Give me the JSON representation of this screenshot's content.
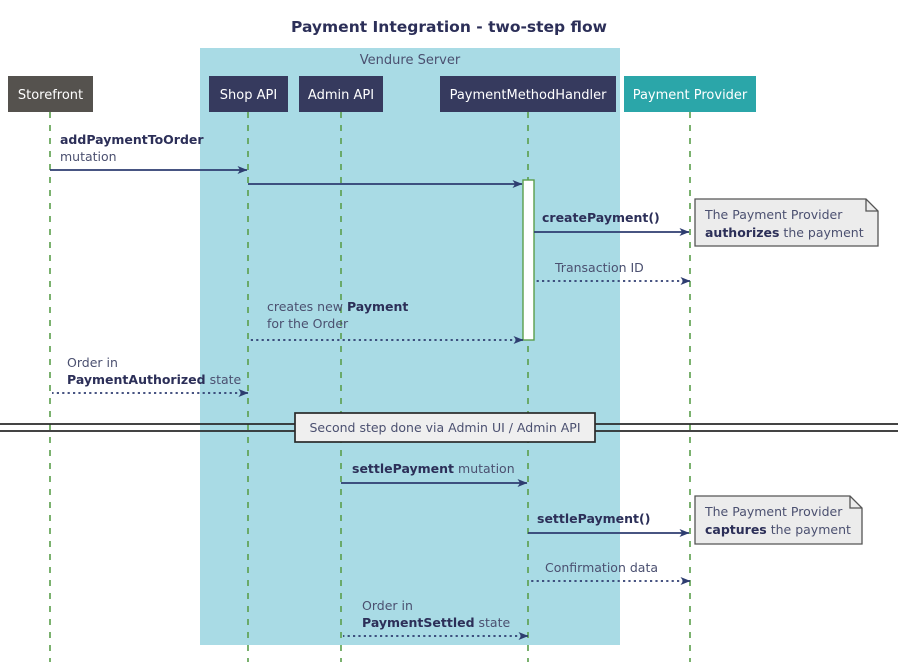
{
  "title": "Payment Integration - two-step flow",
  "colors": {
    "group_fill": "#ace0e8",
    "group_fill_actual": "#a9dbe5",
    "participant_dark": "#363a5e",
    "participant_grey": "#55524e",
    "participant_teal": "#2ba6a9",
    "arrow": "#2e3d70",
    "lifeline": "#5a9e4b",
    "note_fill": "#ececec",
    "note_border": "#555555",
    "text": "#4b5070",
    "text_bold": "#2c2f58"
  },
  "group": {
    "label": "Vendure Server"
  },
  "participants": [
    {
      "name": "storefront",
      "label": "Storefront",
      "style": "grey"
    },
    {
      "name": "shop-api",
      "label": "Shop API",
      "style": "dark"
    },
    {
      "name": "admin-api",
      "label": "Admin API",
      "style": "dark"
    },
    {
      "name": "payment-method-handler",
      "label": "PaymentMethodHandler",
      "style": "dark"
    },
    {
      "name": "payment-provider",
      "label": "Payment Provider",
      "style": "teal"
    }
  ],
  "messages": [
    {
      "name": "add-payment-to-order",
      "line1_bold": "addPaymentToOrder",
      "line1_plain": "",
      "line2": "mutation",
      "kind": "solid"
    },
    {
      "name": "handler-invoke",
      "line1_bold": "",
      "line1_plain": "",
      "line2": "",
      "kind": "solid"
    },
    {
      "name": "create-payment",
      "line1_bold": "createPayment()",
      "line1_plain": "",
      "line2": "",
      "kind": "solid"
    },
    {
      "name": "transaction-id",
      "line1_bold": "",
      "line1_plain": "Transaction ID",
      "line2": "",
      "kind": "dotted"
    },
    {
      "name": "creates-new-payment",
      "line1_plain": "creates new ",
      "line1_bold": "Payment",
      "line2": "for the Order",
      "kind": "dotted"
    },
    {
      "name": "order-payment-authorized",
      "line1_plain": "Order in",
      "line2_bold": "PaymentAuthorized",
      "line2_plain": " state",
      "kind": "dotted"
    },
    {
      "name": "settle-payment-mutation",
      "line1_bold": "settlePayment",
      "line1_plain": " mutation",
      "line2": "",
      "kind": "solid"
    },
    {
      "name": "settle-payment-call",
      "line1_bold": "settlePayment()",
      "line1_plain": "",
      "line2": "",
      "kind": "solid"
    },
    {
      "name": "confirmation-data",
      "line1_plain": "Confirmation data",
      "line1_bold": "",
      "line2": "",
      "kind": "dotted"
    },
    {
      "name": "order-payment-settled",
      "line1_plain": "Order in",
      "line2_bold": "PaymentSettled",
      "line2_plain": " state",
      "kind": "dotted"
    }
  ],
  "labels": {
    "add_payment_bold": "addPaymentToOrder",
    "add_payment_sub": "mutation",
    "create_payment": "createPayment()",
    "transaction_id": "Transaction ID",
    "creates_new_pre": "creates new ",
    "creates_new_bold": "Payment",
    "creates_new_sub": "for the Order",
    "order_in": "Order in",
    "payment_authorized_bold": "PaymentAuthorized",
    "state_suffix": " state",
    "settle_payment_bold": "settlePayment",
    "settle_payment_suffix": " mutation",
    "settle_payment_call": "settlePayment()",
    "confirmation_data": "Confirmation data",
    "order_in_2": "Order in",
    "payment_settled_bold": "PaymentSettled",
    "state_suffix_2": " state"
  },
  "notes": [
    {
      "name": "note-authorizes",
      "line1": "The Payment Provider",
      "line2_bold": "authorizes",
      "line2_plain": " the payment"
    },
    {
      "name": "note-captures",
      "line1": "The Payment Provider",
      "line2_bold": "captures",
      "line2_plain": " the payment"
    }
  ],
  "divider": {
    "name": "divider-second-step",
    "label": "Second step done via Admin UI / Admin API"
  }
}
